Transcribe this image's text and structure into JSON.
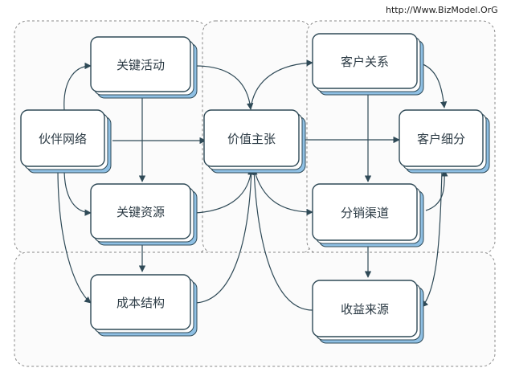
{
  "source_url": "http://Www.BizModel.OrG",
  "nodes": {
    "key_partners": "伙伴网络",
    "key_activities": "关键活动",
    "key_resources": "关键资源",
    "value_proposition": "价值主张",
    "customer_relationships": "客户关系",
    "channels": "分销渠道",
    "customer_segments": "客户细分",
    "cost_structure": "成本结构",
    "revenue_streams": "收益来源"
  },
  "colors": {
    "box_fill": "#ffffff",
    "box_stroke": "#2f4a57",
    "shadow_fill": "#8fc0e4",
    "region_stroke": "#8a8a8a",
    "region_fill": "#fbfbfb",
    "arrow": "#2f4a57"
  }
}
